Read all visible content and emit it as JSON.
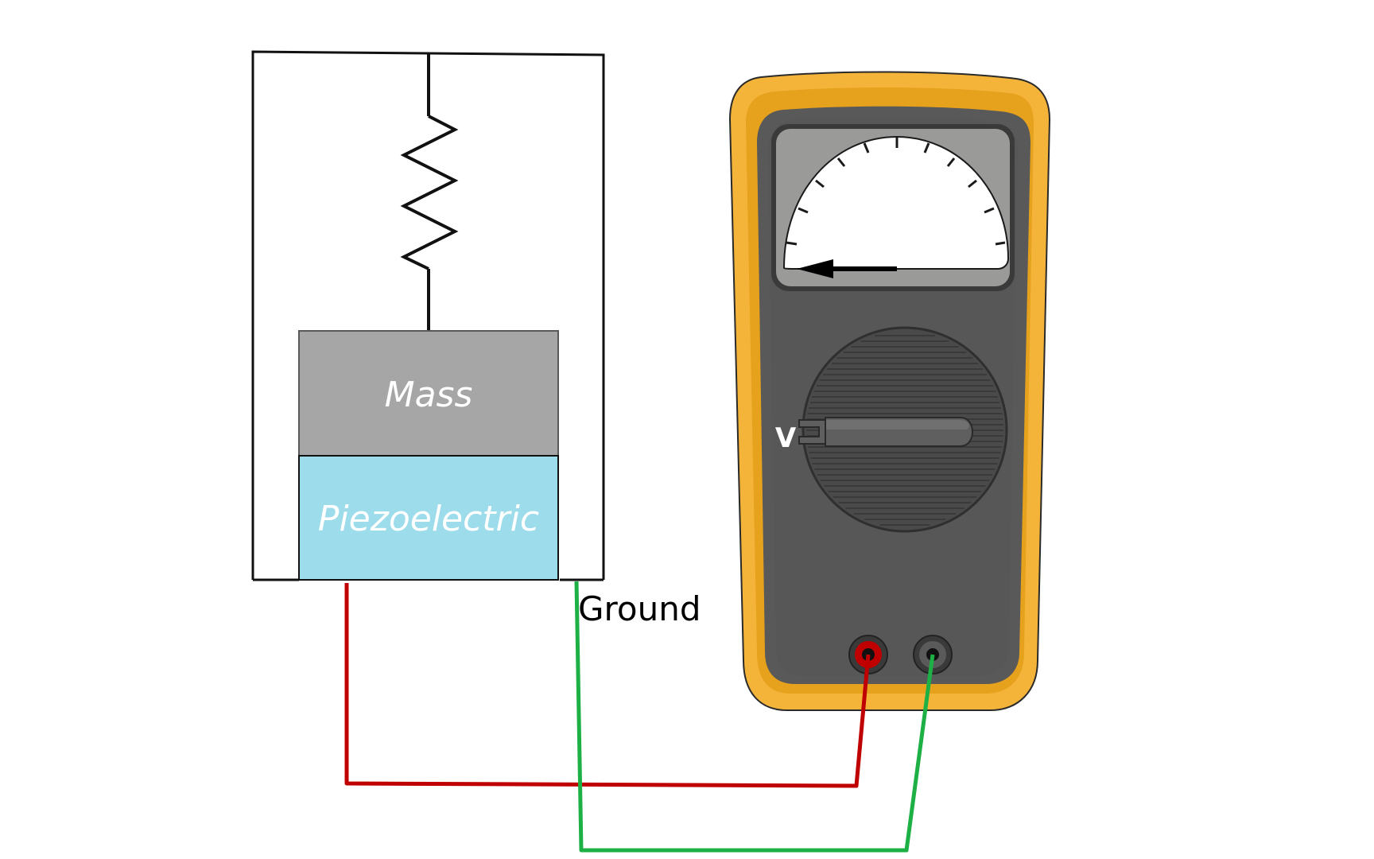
{
  "labels": {
    "mass": "Mass",
    "piezo": "Piezoelectric",
    "ground": "Ground",
    "selector": "V"
  },
  "colors": {
    "frame": "#111111",
    "mass_fill": "#a6a6a6",
    "mass_stroke": "#595959",
    "piezo_fill": "#9ddcea",
    "wire_red": "#c00000",
    "wire_green": "#1db145",
    "meter_outer": "#f4b43a",
    "meter_body": "#595959",
    "meter_screen_frame": "#9a9a98",
    "meter_knob": "#4a4a4a",
    "terminal_red": "#c00000"
  },
  "icons": {
    "spring": "spring-icon",
    "multimeter": "multimeter-icon",
    "needle": "needle-arrow-icon",
    "knob": "rotary-dial-icon"
  }
}
